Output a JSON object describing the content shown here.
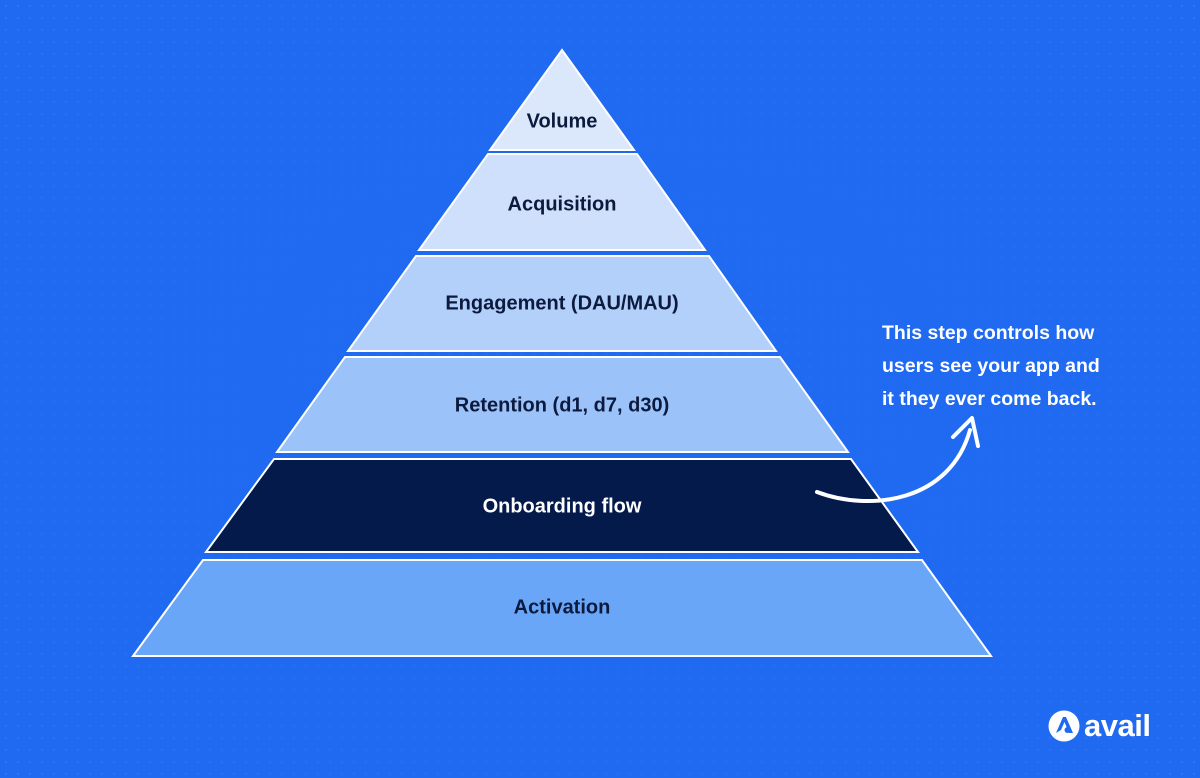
{
  "pyramid": {
    "tiers": [
      {
        "label": "Volume",
        "fill": "#dbe8fc",
        "text_color": "#0c1a3d"
      },
      {
        "label": "Acquisition",
        "fill": "#cfe0fc",
        "text_color": "#0c1a3d"
      },
      {
        "label": "Engagement (DAU/MAU)",
        "fill": "#b3d0fb",
        "text_color": "#0c1a3d"
      },
      {
        "label": "Retention (d1, d7, d30)",
        "fill": "#9cc2fa",
        "text_color": "#0c1a3d"
      },
      {
        "label": "Onboarding flow",
        "fill": "#041a4a",
        "text_color": "#ffffff"
      },
      {
        "label": "Activation",
        "fill": "#6aa6f8",
        "text_color": "#0c1a3d"
      }
    ],
    "highlighted_tier": "Onboarding flow"
  },
  "callout": {
    "lines": [
      "This step controls how",
      "users see your app and",
      "it they ever come back."
    ]
  },
  "brand": {
    "name": "avail",
    "logo_icon": "avail-logo-icon"
  },
  "colors": {
    "background": "#1f6af1",
    "outline": "#ffffff",
    "highlight": "#041a4a"
  }
}
